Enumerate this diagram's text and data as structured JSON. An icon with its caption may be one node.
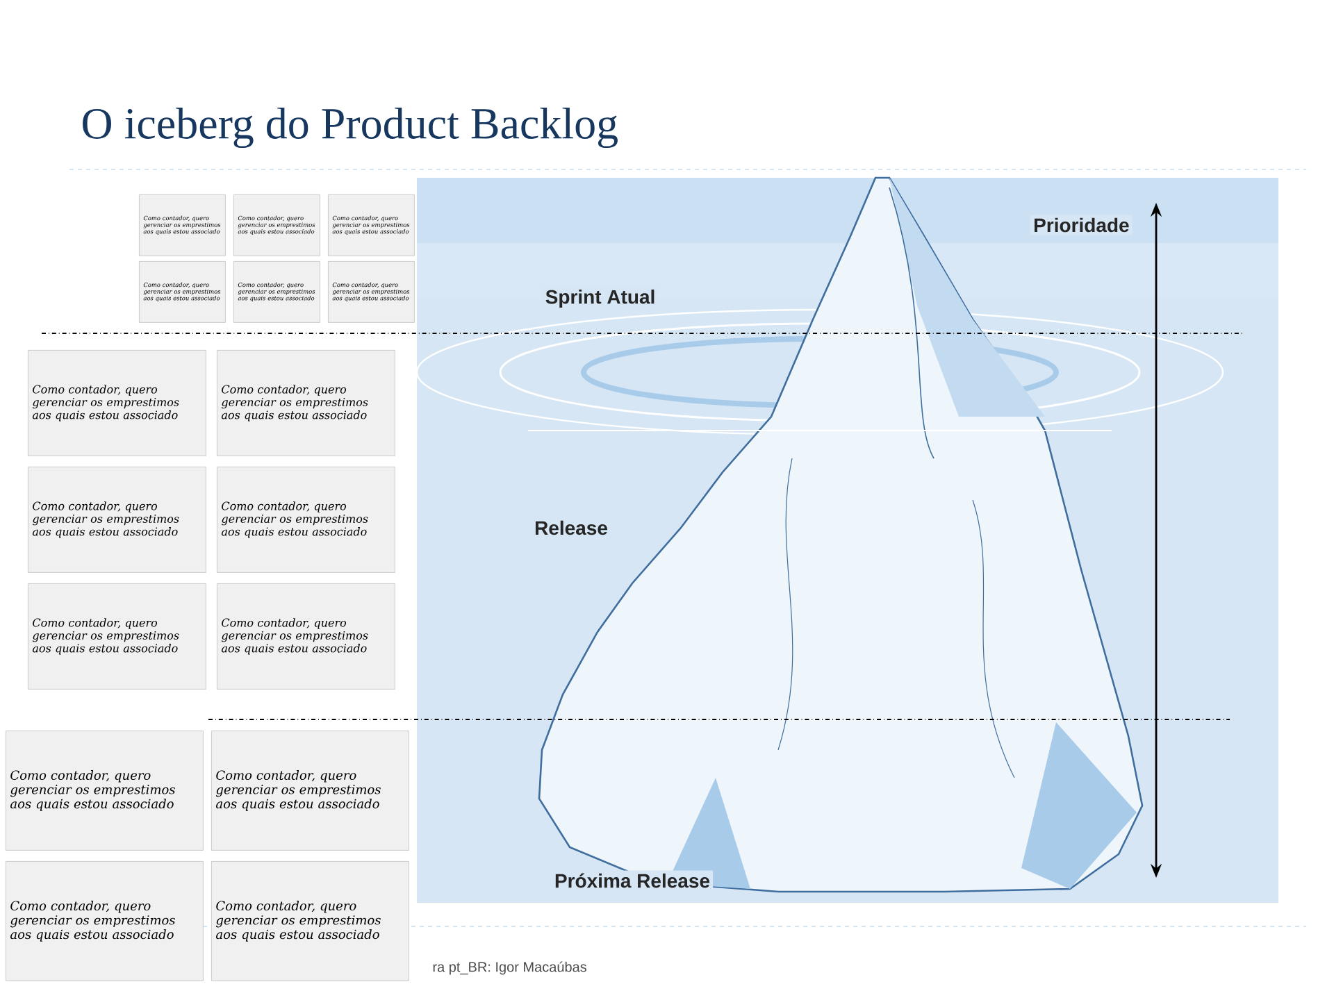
{
  "diagram": {
    "title": "O iceberg do Product Backlog",
    "nodes": [
      {
        "text": [
          "Como contador, quero gerenciar os emprestimos aos quais estou associado"
        ]
      },
      {
        "text": [
          "Como contador, quero gerenciar os emprestimos aos quais estou associado"
        ]
      },
      {
        "text": [
          "Como contador, quero gerenciar os emprestimos aos quais estou associado"
        ]
      },
      {
        "text": [
          "Como contador, quero gerenciar os emprestimos aos quais estou associado"
        ]
      },
      {
        "text": [
          "Como contador, quero gerenciar os emprestimos aos quais estou associado"
        ]
      },
      {
        "text": [
          "Como contador, quero gerenciar os emprestimos aos quais estou associado"
        ]
      },
      {
        "text": [
          "Como contador, quero gerenciar os emprestimos aos quais estou associado"
        ]
      },
      {
        "text": [
          "Como contador, quero gerenciar os emprestimos aos quais estou associado"
        ]
      },
      {
        "text": [
          "Como contador, quero gerenciar os emprestimos aos quais estou associado"
        ]
      },
      {
        "text": [
          "Como contador, quero gerenciar os emprestimos aos quais estou associado"
        ]
      },
      {
        "text": [
          "Como contador, quero gerenciar os emprestimos aos quais estou associado"
        ]
      },
      {
        "text": [
          "Como contador, quero gerenciar os emprestimos aos quais estou associado"
        ]
      },
      {
        "text": [
          "Como contador, quero gerenciar os emprestimos aos quais estou associado"
        ]
      },
      {
        "text": [
          "Como contador, quero gerenciar os emprestimos aos quais estou associado"
        ]
      },
      {
        "text": [
          "Como contador, quero gerenciar os emprestimos aos quais estou associado"
        ]
      },
      {
        "text": [
          "Como contador, quero gerenciar os emprestimos aos quais estou associado"
        ]
      }
    ],
    "labels": [
      "Prioridade",
      "Sprint Atual",
      "Release",
      "Próxima Release",
      "ra pt_BR: Igor Macaúbas"
    ]
  }
}
